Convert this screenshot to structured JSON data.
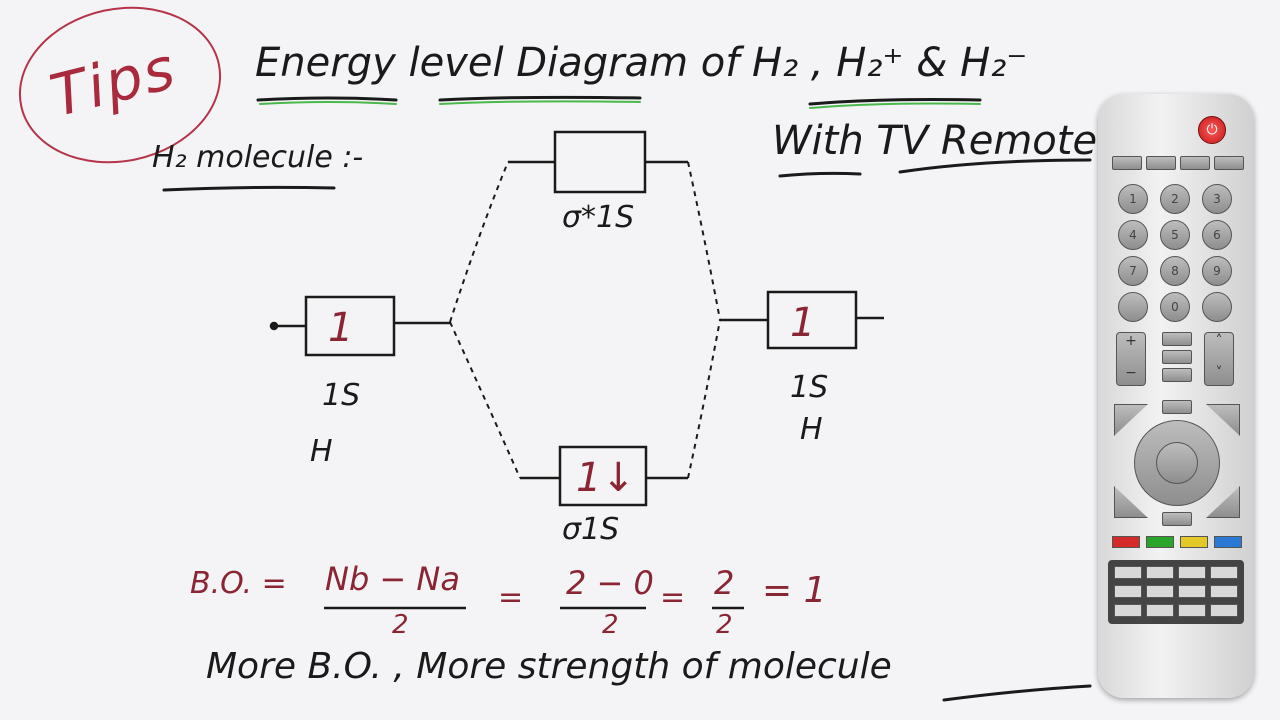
{
  "tips": "Tips",
  "title": {
    "line1": "Energy level Diagram of H₂ , H₂⁺ & H₂⁻",
    "line2": "With TV Remote"
  },
  "subheading": "H₂ molecule :-",
  "orbitals": {
    "left": {
      "electron": "1",
      "label": "1S",
      "atom": "H"
    },
    "right": {
      "electron": "1",
      "label": "1S",
      "atom": "H"
    },
    "antibonding": {
      "electron": "",
      "label": "σ*1S"
    },
    "bonding": {
      "electron": "1↓",
      "label": "σ1S"
    }
  },
  "bond_order": {
    "lhs": "B.O. =",
    "numerator": "Nb − Na",
    "denominator": "2",
    "eq2": "=",
    "num2": "2 − 0",
    "den2": "2",
    "eq3": "=",
    "num3": "2",
    "den3": "2",
    "result": "= 1"
  },
  "conclusion": "More B.O. , More strength of molecule",
  "remote": {
    "number_keys": [
      "1",
      "2",
      "3",
      "4",
      "5",
      "6",
      "7",
      "8",
      "9",
      "",
      "0",
      ""
    ],
    "color_keys": [
      "#d42a2a",
      "#2aa52a",
      "#e3c82a",
      "#2a7ad4"
    ],
    "power_color": "#d21f1f"
  }
}
